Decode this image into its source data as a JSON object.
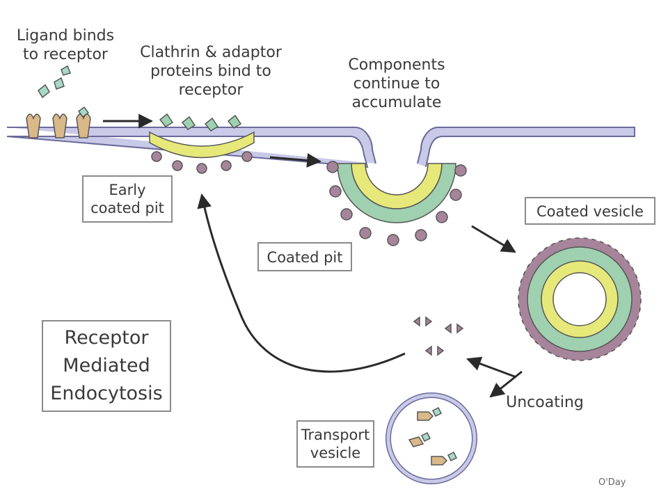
{
  "labels": {
    "ligand_binds": "Ligand binds to receptor",
    "clathrin_adaptor": "Clathrin & adaptor proteins bind to receptor",
    "components_accumulate": "Components continue to accumulate",
    "early_coated_pit": "Early coated pit",
    "coated_pit": "Coated pit",
    "coated_vesicle": "Coated vesicle",
    "uncoating": "Uncoating",
    "transport_vesicle": "Transport vesicle",
    "title": "Receptor Mediated Endocytosis",
    "credit": "O'Day"
  },
  "colors": {
    "membrane_fill": "#c9c9e8",
    "membrane_stroke": "#6a6a9a",
    "receptor": "#d9b88a",
    "clathrin": "#9fd0b0",
    "adaptor": "#e6e87a",
    "coat_outer": "#a6849a",
    "ligand": "#a8d8c6",
    "line": "#2a2a2a"
  }
}
